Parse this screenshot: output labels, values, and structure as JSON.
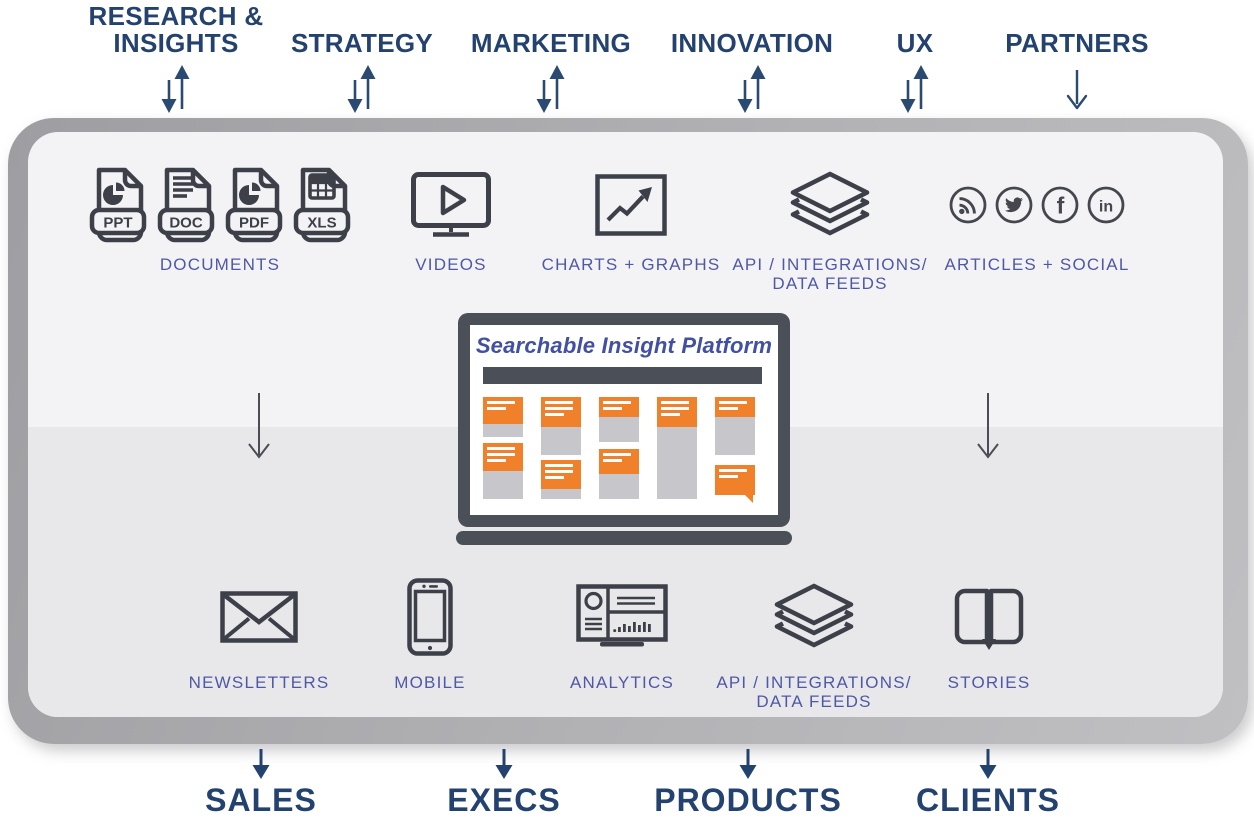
{
  "palette": {
    "navy": "#24426f",
    "periwinkle": "#4f58a6",
    "orange": "#f0802a",
    "slate": "#4b4f58",
    "icon_stroke": "#3d4049",
    "panel_top": "#f3f3f5",
    "panel_bottom": "#e8e8ea",
    "frame_gray": "#aeaeb1",
    "card_gray": "#c7c7cb"
  },
  "top_channels": [
    {
      "lines": [
        "RESEARCH &",
        "INSIGHTS"
      ],
      "arrow": "both"
    },
    {
      "lines": [
        "STRATEGY"
      ],
      "arrow": "both"
    },
    {
      "lines": [
        "MARKETING"
      ],
      "arrow": "both"
    },
    {
      "lines": [
        "INNOVATION"
      ],
      "arrow": "both"
    },
    {
      "lines": [
        "UX"
      ],
      "arrow": "both"
    },
    {
      "lines": [
        "PARTNERS"
      ],
      "arrow": "down"
    }
  ],
  "sources": {
    "documents": {
      "label": "DOCUMENTS",
      "file_types": [
        "PPT",
        "DOC",
        "PDF",
        "XLS"
      ]
    },
    "videos": {
      "label": "VIDEOS"
    },
    "charts": {
      "label": "CHARTS + GRAPHS"
    },
    "api_top": {
      "label_line1": "API / INTEGRATIONS/",
      "label_line2": "DATA FEEDS"
    },
    "social": {
      "label": "ARTICLES + SOCIAL",
      "networks": [
        "rss",
        "twitter",
        "facebook",
        "linkedin"
      ],
      "facebook_glyph": "f",
      "linkedin_glyph": "in"
    }
  },
  "platform": {
    "title": "Searchable Insight Platform"
  },
  "outputs": {
    "newsletters": {
      "label": "NEWSLETTERS"
    },
    "mobile": {
      "label": "MOBILE"
    },
    "analytics": {
      "label": "ANALYTICS"
    },
    "api_bottom": {
      "label_line1": "API / INTEGRATIONS/",
      "label_line2": "DATA FEEDS"
    },
    "stories": {
      "label": "STORIES"
    }
  },
  "audiences": [
    "SALES",
    "EXECS",
    "PRODUCTS",
    "CLIENTS"
  ]
}
